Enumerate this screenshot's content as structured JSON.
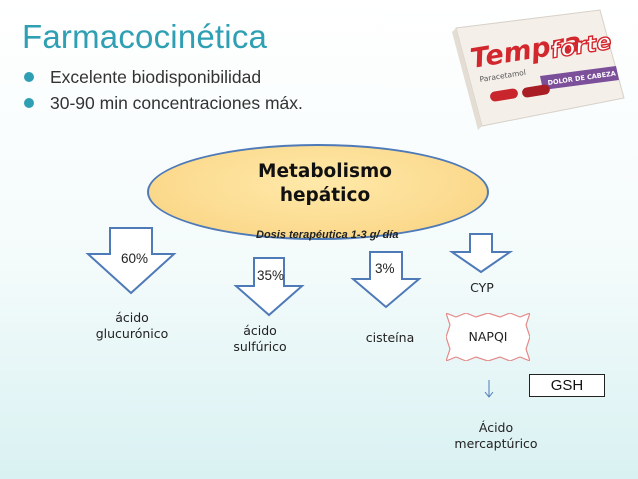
{
  "slide": {
    "title": "Farmacocinética",
    "bullets": [
      "Excelente biodisponibilidad",
      "30-90 min concentraciones máx."
    ]
  },
  "product_image": {
    "brand_left": "Tempra",
    "brand_right": "forte",
    "subtitle": "Paracetamol",
    "band_text": "DOLOR DE CABEZA",
    "colors": {
      "red": "#d3272e",
      "box": "#f4efe9"
    }
  },
  "diagram": {
    "center_title": "Metabolismo hepático",
    "dose_note": "Dosis terapéutica 1-3 g/ día",
    "pathways": [
      {
        "percent": "60%",
        "label": "ácido glucurónico"
      },
      {
        "percent": "35%",
        "label": "ácido sulfúrico"
      },
      {
        "percent": "3%",
        "label": "cisteína"
      },
      {
        "percent": "",
        "label": "CYP"
      }
    ],
    "napqi": "NAPQI",
    "gsh": "GSH",
    "product": "Ácido mercaptúrico",
    "colors": {
      "arrow_fill": "#ffffff",
      "arrow_stroke": "#4e7ab8",
      "ellipse": "#fbd98c"
    }
  }
}
